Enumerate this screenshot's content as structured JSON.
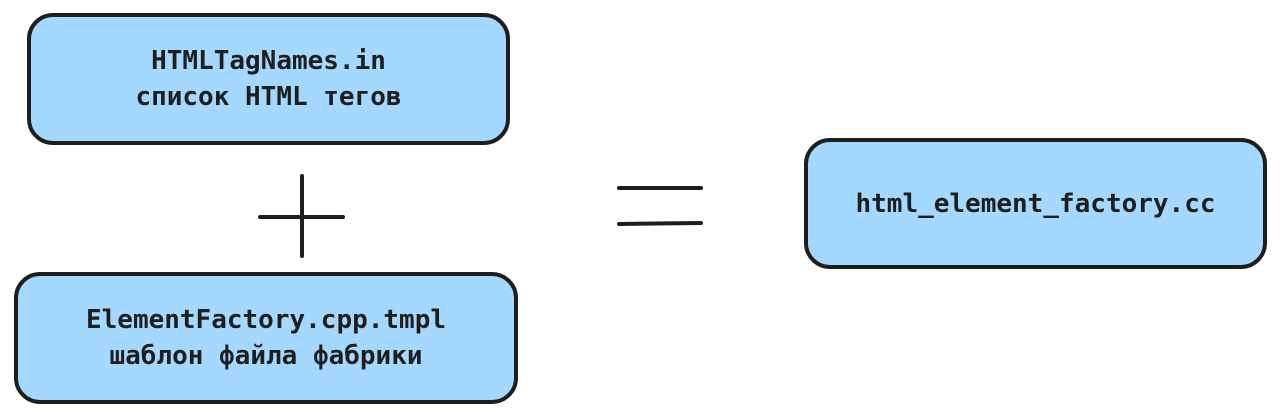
{
  "diagram": {
    "inputs": [
      {
        "lines": [
          "HTMLTagNames.in",
          "список HTML тегов"
        ]
      },
      {
        "lines": [
          "ElementFactory.cpp.tmpl",
          "шаблон файла фабрики"
        ]
      }
    ],
    "output": {
      "lines": [
        "html_element_factory.cc"
      ]
    },
    "operators": {
      "plus": "plus-sign",
      "equals": "equals-sign"
    },
    "colors": {
      "box_fill": "#a5d8ff",
      "stroke": "#1e1e1e"
    }
  }
}
